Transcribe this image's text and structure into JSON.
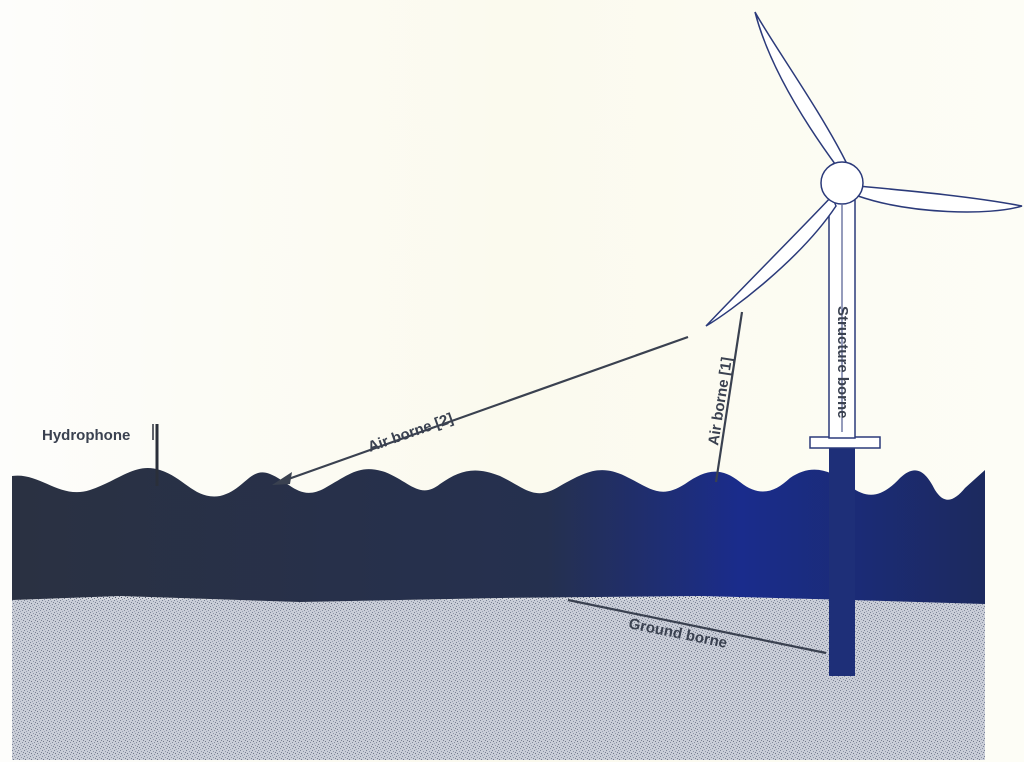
{
  "labels": {
    "hydrophone": "Hydrophone",
    "air_borne_2": "Air borne [2]",
    "air_borne_1": "Air borne [1]",
    "structure_borne": "Structure borne",
    "ground_borne": "Ground borne"
  },
  "colors": {
    "sky": "#fdfdf8",
    "water": "#2a3347",
    "water_blue": "#1a2c8c",
    "seabed": "#c9cdd6",
    "seabed_speckle": "#5a6378",
    "turbine_outline": "#2b3a7a",
    "pile": "#1e2f78",
    "path_line": "#3a4150"
  },
  "icons": {
    "turbine": "wind-turbine-icon",
    "hydrophone": "hydrophone-pole-icon"
  }
}
